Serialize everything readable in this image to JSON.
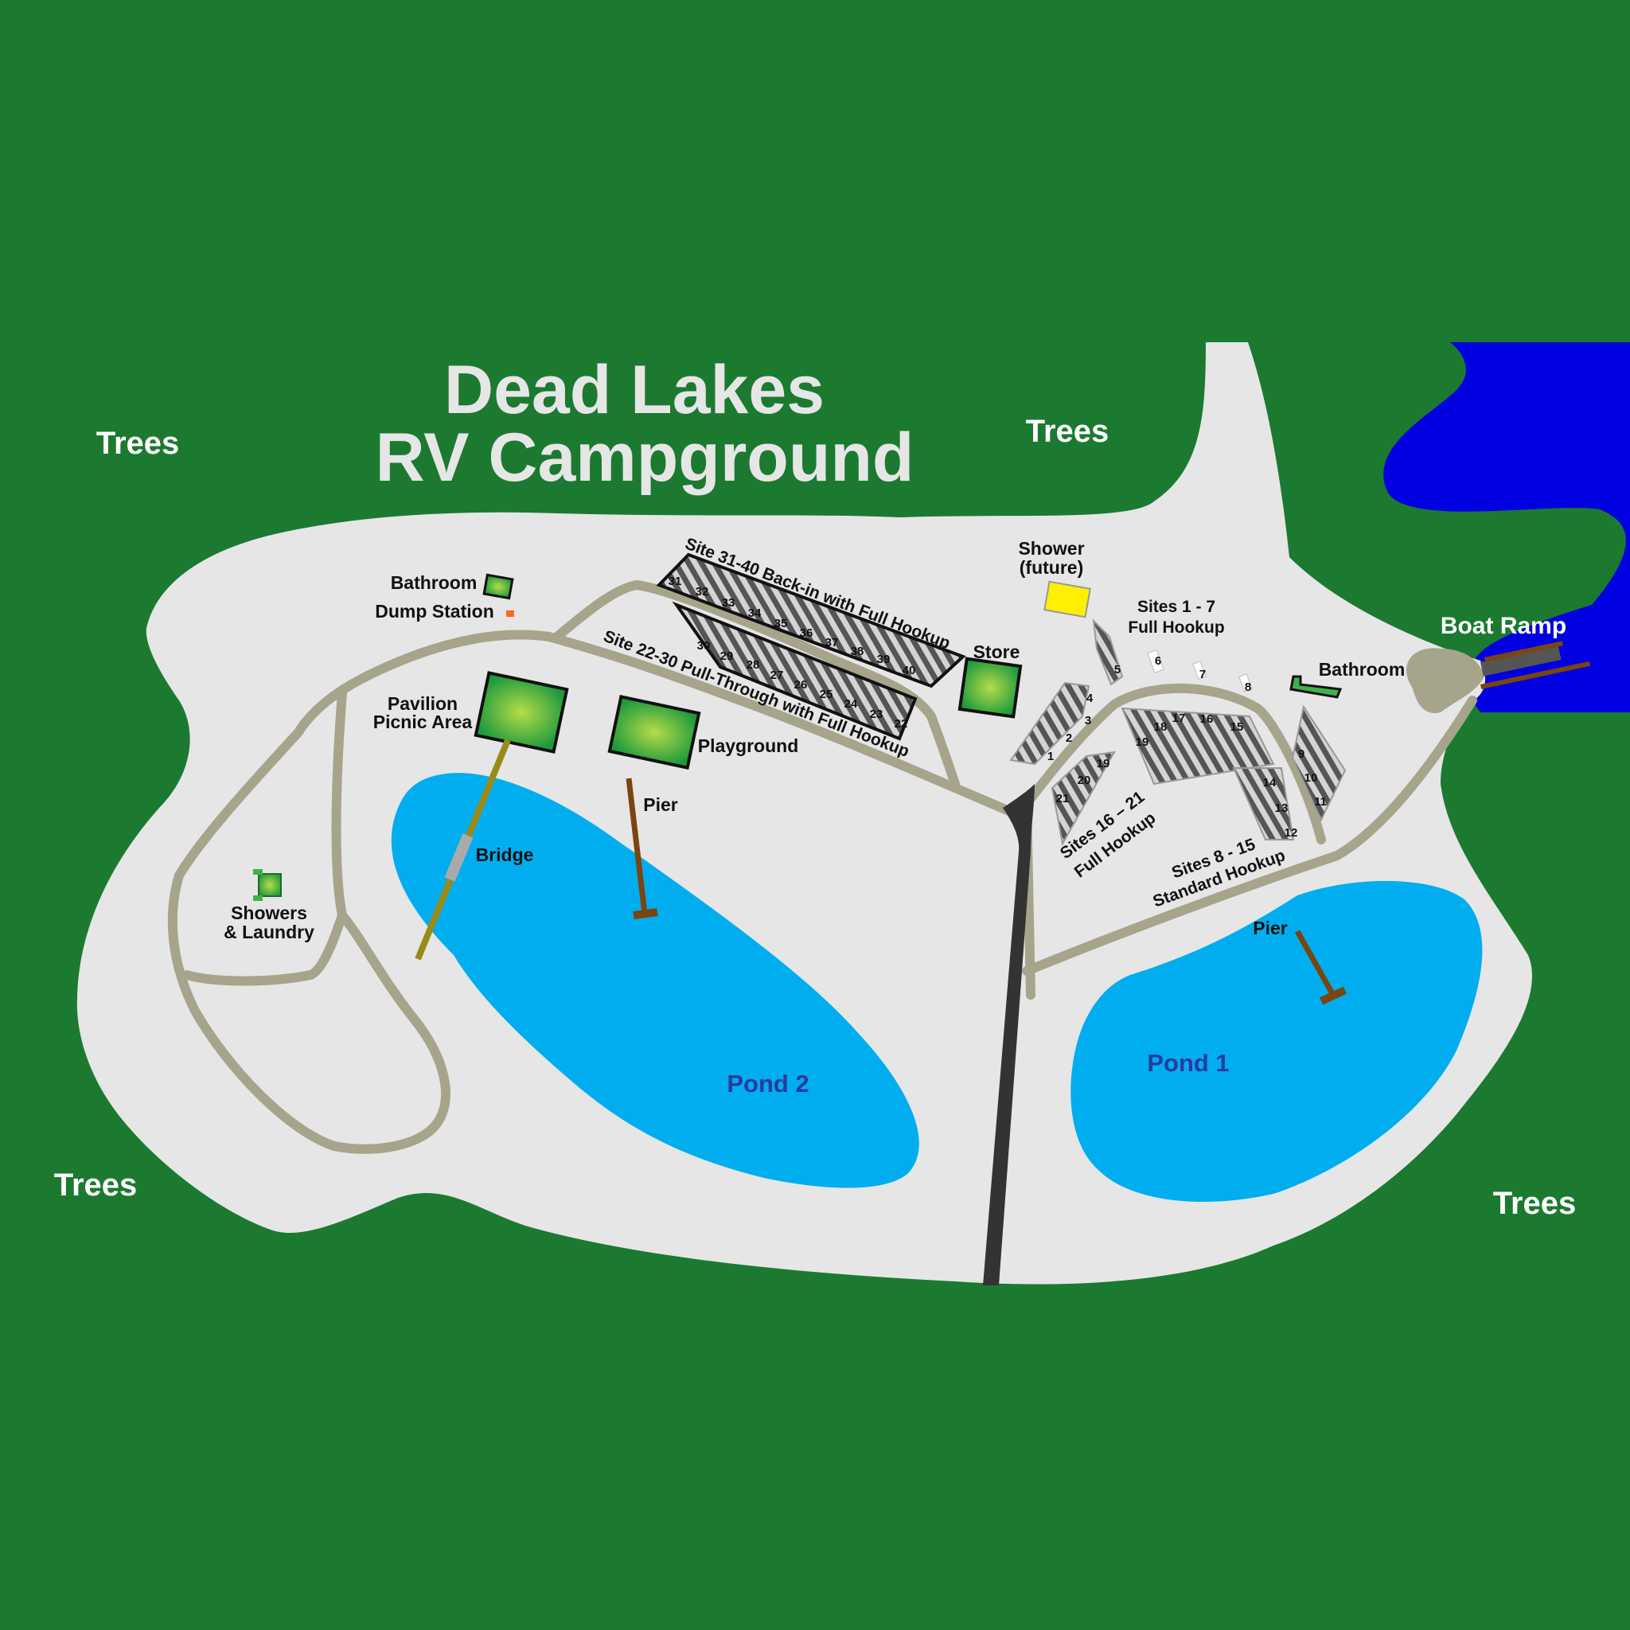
{
  "title": {
    "line1": "Dead Lakes",
    "line2": "RV Campground"
  },
  "trees_label": "Trees",
  "labels": {
    "bathroom_west": "Bathroom",
    "dump_station": "Dump Station",
    "pavilion_1": "Pavilion",
    "pavilion_2": "Picnic Area",
    "playground": "Playground",
    "pier_west": "Pier",
    "bridge": "Bridge",
    "showers_1": "Showers",
    "showers_2": "& Laundry",
    "pond_2": "Pond 2",
    "pond_1": "Pond 1",
    "store": "Store",
    "shower_future_1": "Shower",
    "shower_future_2": "(future)",
    "sites_1_7_a": "Sites 1 - 7",
    "sites_1_7_b": "Full Hookup",
    "bathroom_east": "Bathroom",
    "boat_ramp": "Boat Ramp",
    "sites_31_40": "Site 31-40 Back-in with Full Hookup",
    "sites_22_30": "Site 22-30 Pull-Through with Full Hookup",
    "sites_16_21_a": "Sites 16 – 21",
    "sites_16_21_b": "Full Hookup",
    "sites_8_15_a": "Sites 8 - 15",
    "sites_8_15_b": "Standard Hookup",
    "pier_east": "Pier"
  },
  "sites": {
    "row_31_40": [
      "31",
      "32",
      "33",
      "34",
      "35",
      "36",
      "37",
      "38",
      "39",
      "40"
    ],
    "row_30_22": [
      "30",
      "29",
      "28",
      "27",
      "26",
      "25",
      "24",
      "23",
      "22"
    ],
    "group_1_4": [
      "4",
      "3",
      "2",
      "1"
    ],
    "site_5": "5",
    "sites_6_8": [
      "6",
      "7",
      "8"
    ],
    "sites_9_11": [
      "9",
      "10",
      "11"
    ],
    "sites_15_19": [
      "19",
      "18",
      "17",
      "16",
      "15"
    ],
    "sites_14_12": [
      "14",
      "13",
      "12"
    ],
    "sites_21_19": [
      "21",
      "20",
      "19"
    ]
  },
  "colors": {
    "trees": "#1b7a30",
    "ground": "#e6e6e6",
    "path": "#a6a48b",
    "main_road": "#333333",
    "pond": "#00aeef",
    "lake": "#0000e0",
    "building": "#3fb14a",
    "future_shower": "#ffef00",
    "pier": "#7a4510",
    "bridge": "#9a8a18"
  }
}
